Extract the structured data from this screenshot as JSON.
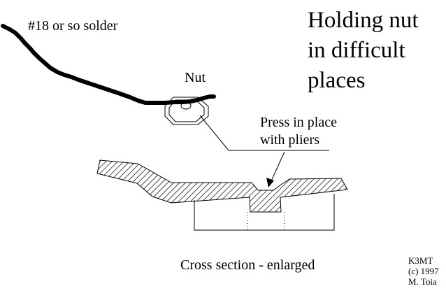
{
  "title": {
    "lines": [
      "Holding nut",
      "in difficult",
      "places"
    ]
  },
  "labels": {
    "solder": "#18 or so solder",
    "nut": "Nut",
    "press": [
      "Press in place",
      "with pliers"
    ],
    "caption": "Cross section - enlarged"
  },
  "credit": [
    "K3MT",
    "(c) 1997",
    "M. Toia"
  ],
  "colors": {
    "ink": "#000000",
    "background": "#ffffff"
  }
}
